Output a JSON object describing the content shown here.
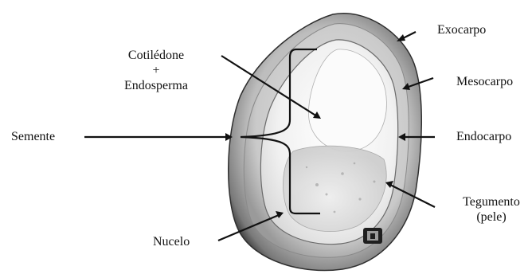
{
  "labels": {
    "exocarpo": "Exocarpo",
    "mesocarpo": "Mesocarpo",
    "endocarpo": "Endocarpo",
    "tegumento_line1": "Tegumento",
    "tegumento_line2": "(pele)",
    "semente": "Semente",
    "cotiledone_line1": "Cotilédone",
    "cotiledone_line2": "+",
    "cotiledone_line3": "Endosperma",
    "nucelo": "Nucelo"
  },
  "colors": {
    "ink": "#111111",
    "background": "#ffffff"
  }
}
